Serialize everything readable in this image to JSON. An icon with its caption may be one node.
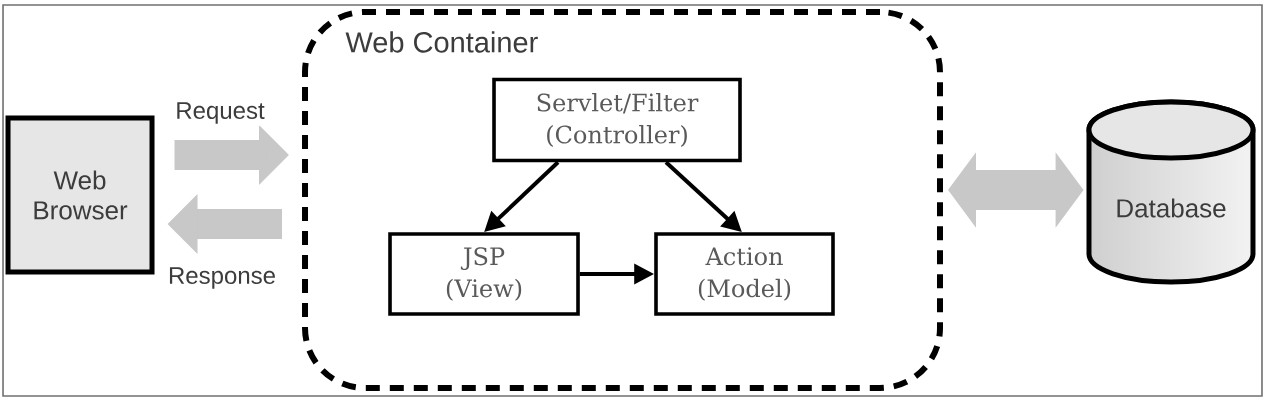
{
  "diagram": {
    "nodes": [
      {
        "text": [
          "Web Browser"
        ]
      },
      {
        "text": [
          "Web Container"
        ]
      },
      {
        "text": [
          "Servlet/Filter",
          "(Controller)"
        ],
        "in": 1
      },
      {
        "text": [
          "JSP",
          "(View)"
        ],
        "in": 1
      },
      {
        "text": [
          "Action",
          "(Model)"
        ],
        "in": 1
      },
      {
        "text": [
          "Database"
        ]
      }
    ],
    "edges": [
      {
        "from": 0,
        "to": 1,
        "arrow": "to",
        "label": "Request",
        "style": "thick",
        "color": "#c8c8c8"
      },
      {
        "from": 1,
        "to": 0,
        "arrow": "to",
        "label": "Response",
        "style": "thick",
        "color": "#c8c8c8"
      },
      {
        "from": 2,
        "to": 3,
        "arrow": "to",
        "color": "#000000"
      },
      {
        "from": 2,
        "to": 4,
        "arrow": "to",
        "color": "#000000"
      },
      {
        "from": 3,
        "to": 4,
        "arrow": "to",
        "color": "#000000"
      },
      {
        "from": 1,
        "to": 5,
        "arrow": "both",
        "style": "thick",
        "color": "#c8c8c8"
      }
    ]
  }
}
